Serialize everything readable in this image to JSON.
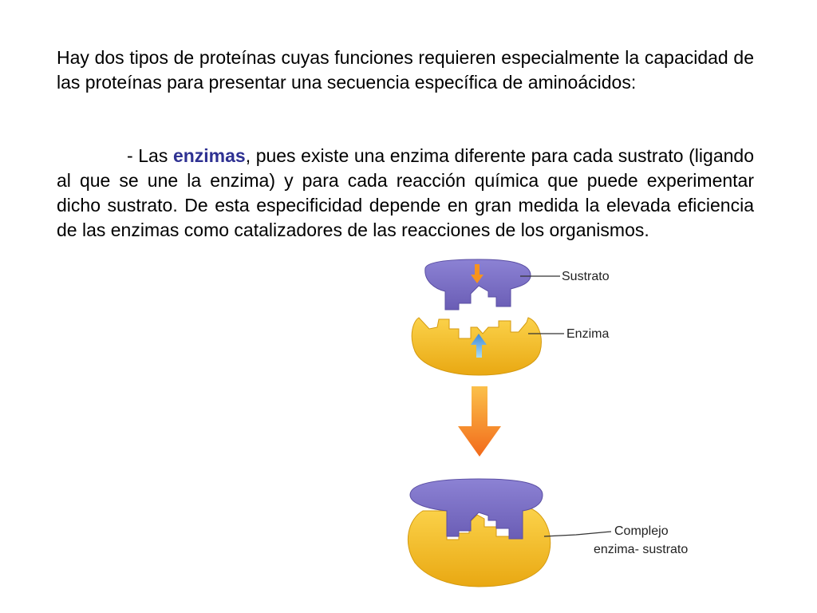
{
  "paragraph1": "Hay dos tipos de proteínas cuyas funciones requieren especialmente la capacidad de las proteínas para presentar una secuencia específica de aminoácidos:",
  "paragraph2": {
    "prefix": "- Las ",
    "highlight": "enzimas",
    "rest": ", pues existe una enzima diferente para cada sustrato (ligando al que se une la enzima) y para cada reacción química que puede experimentar dicho sustrato. De esta  especificidad depende en gran medida la elevada eficiencia de las enzimas como catalizadores de las reacciones de los organismos."
  },
  "figure": {
    "label_substrate": "Sustrato",
    "label_enzyme": "Enzima",
    "label_complex_line1": "Complejo",
    "label_complex_line2": "enzima- sustrato"
  },
  "colors": {
    "text": "#000000",
    "highlight": "#2e3192",
    "substrate": "#7b6fc4",
    "enzyme": "#f3b51b",
    "arrow_orange": "#f7931e",
    "arrow_blue": "#4fa3e0"
  }
}
